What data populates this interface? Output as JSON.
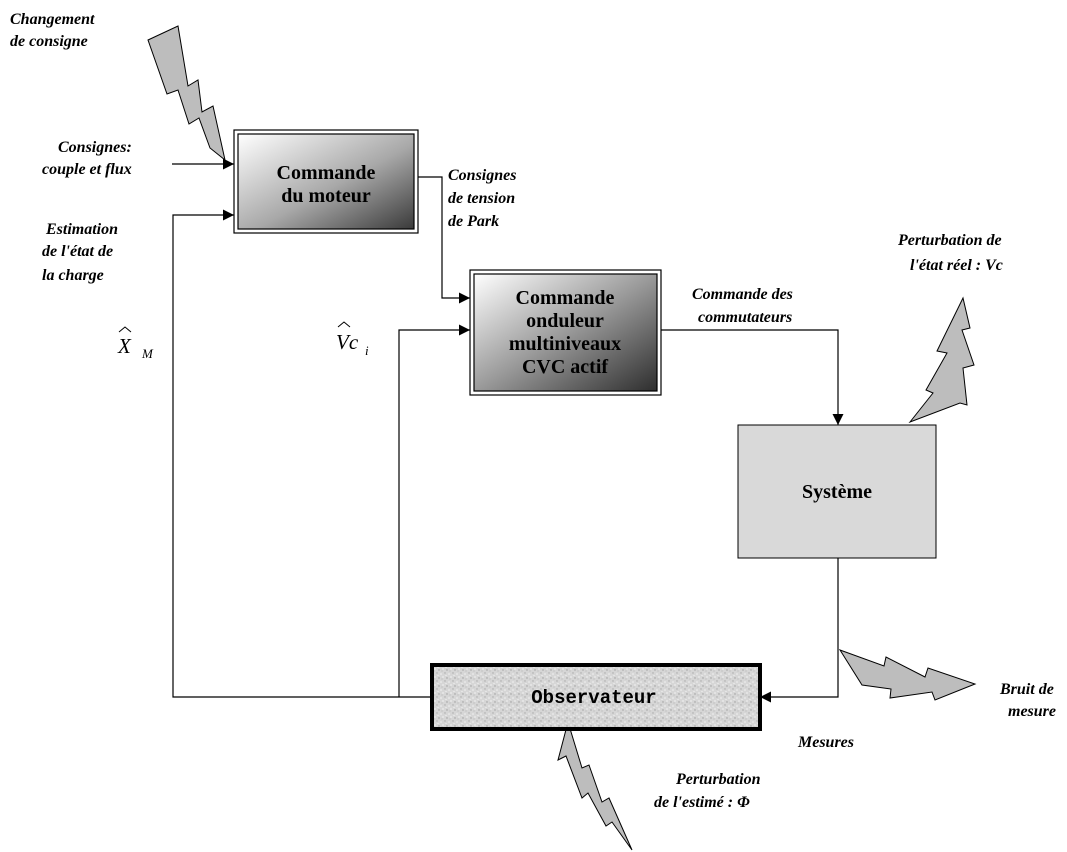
{
  "blocks": {
    "commande_moteur": [
      "Commande",
      "du moteur"
    ],
    "commande_onduleur": [
      "Commande",
      "onduleur",
      "multiniveaux",
      "CVC actif"
    ],
    "systeme": "Système",
    "observateur": "Observateur"
  },
  "labels": {
    "changement_consigne": [
      "Changement",
      "de consigne"
    ],
    "consignes_couple_flux": [
      "Consignes:",
      "couple et flux"
    ],
    "estimation_charge": [
      "Estimation",
      "de l'état de",
      "la charge"
    ],
    "consignes_tension_park": [
      "Consignes",
      "de tension",
      "de Park"
    ],
    "commande_commutateurs": [
      "Commande des",
      "commutateurs"
    ],
    "perturbation_etat_reel": [
      "Perturbation de",
      "l'état réel : Vc"
    ],
    "bruit_mesure": [
      "Bruit de",
      "mesure"
    ],
    "mesures": "Mesures",
    "perturbation_estime": [
      "Perturbation",
      "de l'estimé : Φ"
    ]
  },
  "math": {
    "x_hat_base": "X",
    "x_hat_sub": "M",
    "vc_hat_base": "Vc",
    "vc_hat_sub": "i"
  },
  "colors": {
    "bolt_fill": "#bdbdbd",
    "systeme_fill": "#d9d9d9"
  }
}
